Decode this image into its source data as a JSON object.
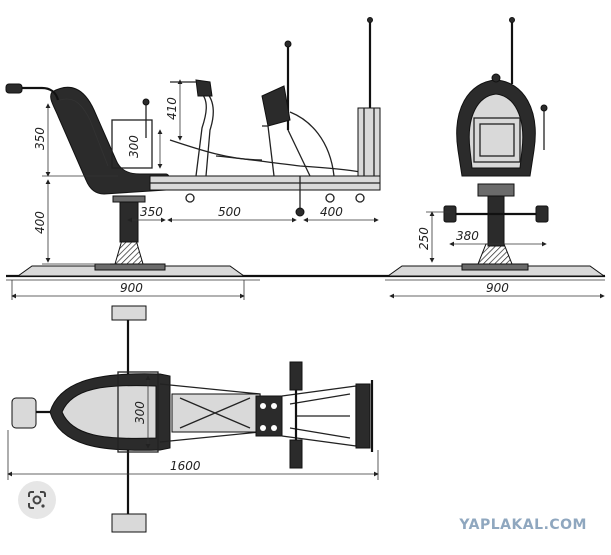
{
  "dimensions": {
    "side_seat_height": "350",
    "side_base_height": "400",
    "side_seat_back": "300",
    "side_pedal_height": "410",
    "side_seg1": "350",
    "side_seg2": "500",
    "side_seg3": "400",
    "side_base_width": "900",
    "front_height": "250",
    "front_pedal_span": "380",
    "front_base_width": "900",
    "top_seat_width": "300",
    "top_length": "1600"
  },
  "watermark": "YAPLAKAL.COM",
  "lens_icon": "google-lens-icon"
}
